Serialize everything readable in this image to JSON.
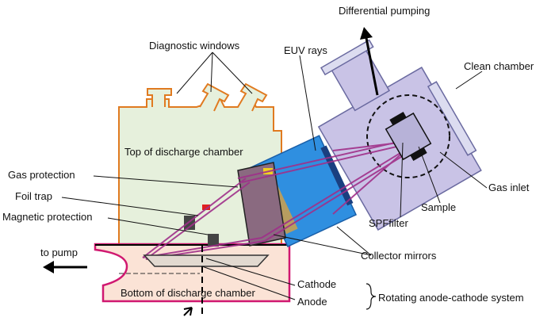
{
  "labels": {
    "differential_pumping": "Differential pumping",
    "diagnostic_windows": "Diagnostic windows",
    "euv_rays": "EUV rays",
    "clean_chamber": "Clean chamber",
    "top_chamber": "Top of discharge chamber",
    "gas_protection": "Gas protection",
    "foil_trap": "Foil trap",
    "magnetic_protection": "Magnetic protection",
    "gas_inlet": "Gas inlet",
    "sample": "Sample",
    "spf_filter": "SPFfilter",
    "to_pump": "to pump",
    "collector_mirrors": "Collector mirrors",
    "bottom_chamber": "Bottom of discharge chamber",
    "cathode": "Cathode",
    "anode": "Anode",
    "rotating_system": "Rotating anode-cathode system"
  },
  "colors": {
    "top_chamber_fill": "#e6f0dc",
    "top_chamber_outline": "#e07a20",
    "bottom_chamber_fill": "#fbe3d6",
    "bottom_chamber_outline": "#d01870",
    "collector_blue": "#2f8fe0",
    "clean_chamber_fill": "#c9c3e6",
    "ray_color": "#a0308a"
  }
}
